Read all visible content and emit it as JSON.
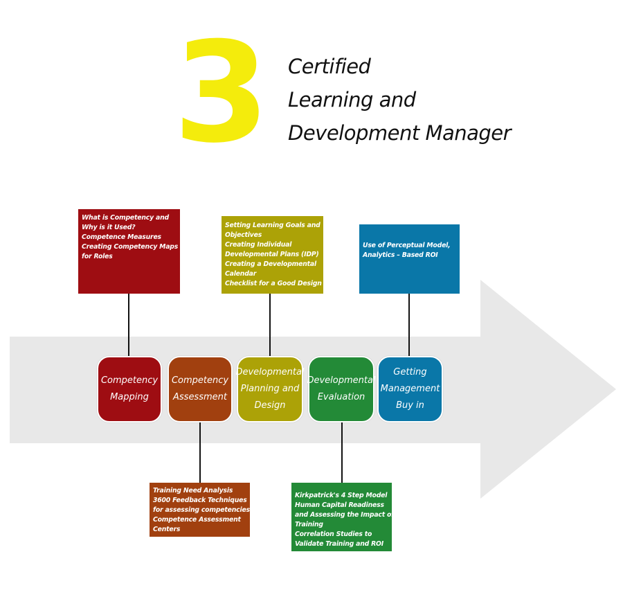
{
  "header": {
    "number": "3",
    "title_lines": [
      "Certified",
      "Learning and",
      "Development Manager"
    ]
  },
  "colors": {
    "yellow": "#f4ec0c",
    "arrow": "#e8e8e8",
    "red": "#9e0d12",
    "orange": "#a1400f",
    "olive": "#aca207",
    "green": "#238a37",
    "blue": "#0a77a8"
  },
  "stages": [
    {
      "label": "Competency\nMapping",
      "color": "#9e0d12"
    },
    {
      "label": "Competency\nAssessment",
      "color": "#a1400f"
    },
    {
      "label": "Developmental\nPlanning and\nDesign",
      "color": "#aca207"
    },
    {
      "label": "Developmental\nEvaluation",
      "color": "#238a37"
    },
    {
      "label": "Getting\nManagement\nBuy in",
      "color": "#0a77a8"
    }
  ],
  "notes": {
    "mapping": [
      "What is Competency and",
      "Why is it Used?",
      "Competence Measures",
      "Creating Competency Maps",
      "for Roles"
    ],
    "planning": [
      "Setting Learning Goals and",
      "Objectives",
      "Creating Individual",
      "Developmental Plans (IDP)",
      "Creating a Developmental",
      "Calendar",
      "Checklist for a Good Design"
    ],
    "buyin": [
      "Use of Perceptual Model,",
      "Analytics – Based ROI"
    ],
    "assessment": [
      "Training Need Analysis",
      "3600 Feedback Techniques",
      "for assessing competencies",
      "Competence Assessment",
      "Centers"
    ],
    "evaluation": [
      "Kirkpatrick's 4 Step Model",
      "Human Capital Readiness",
      "and Assessing the Impact of",
      "Training",
      "Correlation Studies to",
      "Validate Training and ROI"
    ]
  }
}
